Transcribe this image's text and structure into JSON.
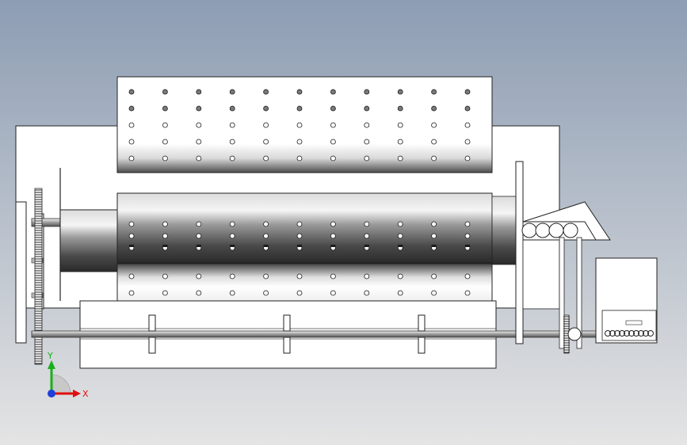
{
  "viewport": {
    "background_top": "#8d9db3",
    "background_bottom": "#e4e4e4"
  },
  "colors": {
    "outline": "#1a1a1a",
    "panel_fill": "#ffffff",
    "shade_dark": "#2e2e2e",
    "shade_mid": "#8a8a8a",
    "hole_fill": "#ffffff"
  },
  "perforated_panels": {
    "columns": 11,
    "top_panel_rows": 5,
    "middle_drum_rows": 3,
    "lower_panel_rows": 2
  },
  "axis_triad": {
    "y_label": "Y",
    "x_label": "X",
    "y_color": "#18b018",
    "x_color": "#e01010",
    "z_color": "#1f3fd8"
  }
}
